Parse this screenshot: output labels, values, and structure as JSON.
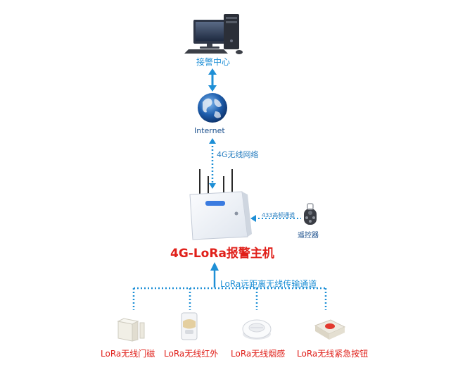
{
  "center": {
    "label": "接警中心"
  },
  "internet": {
    "label": "Internet"
  },
  "network_link": {
    "label": "4G无线网络"
  },
  "remote_link": {
    "label": "433高频通道"
  },
  "remote": {
    "label": "遥控器"
  },
  "host": {
    "label": "4G-LoRa报警主机"
  },
  "lora_channel": {
    "label": "LoRa远距离无线传输通道"
  },
  "devices": [
    {
      "label": "LoRa无线门磁"
    },
    {
      "label": "LoRa无线红外"
    },
    {
      "label": "LoRa无线烟感"
    },
    {
      "label": "LoRa无线紧急按钮"
    }
  ],
  "colors": {
    "link": "#1e8fd6",
    "title": "#e0201a"
  }
}
